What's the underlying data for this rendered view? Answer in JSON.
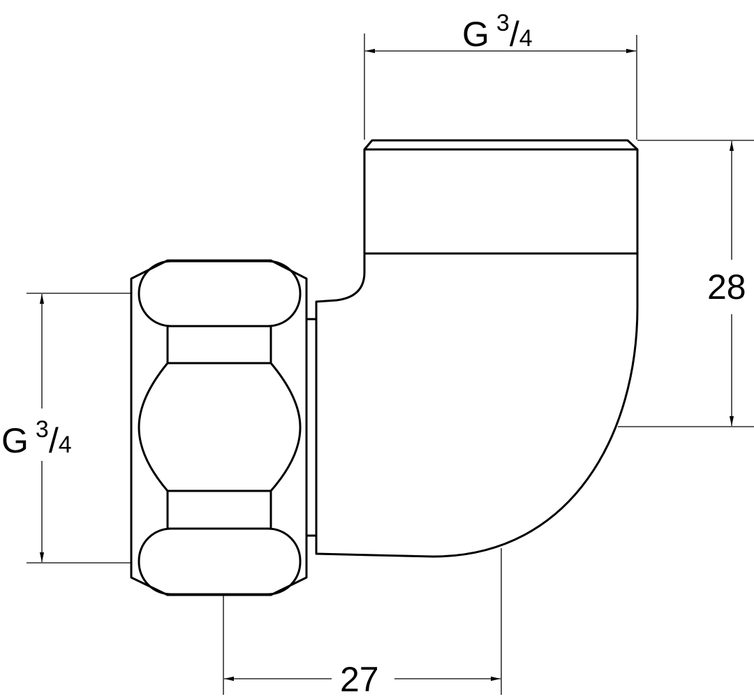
{
  "dimensions": {
    "top_thread": {
      "prefix": "G",
      "num": "3",
      "slash": "/",
      "den": "4"
    },
    "left_thread": {
      "prefix": "G",
      "num": "3",
      "slash": "/",
      "den": "4"
    },
    "height": "28",
    "offset": "27"
  },
  "colors": {
    "line": "#000000",
    "background": "#ffffff"
  }
}
